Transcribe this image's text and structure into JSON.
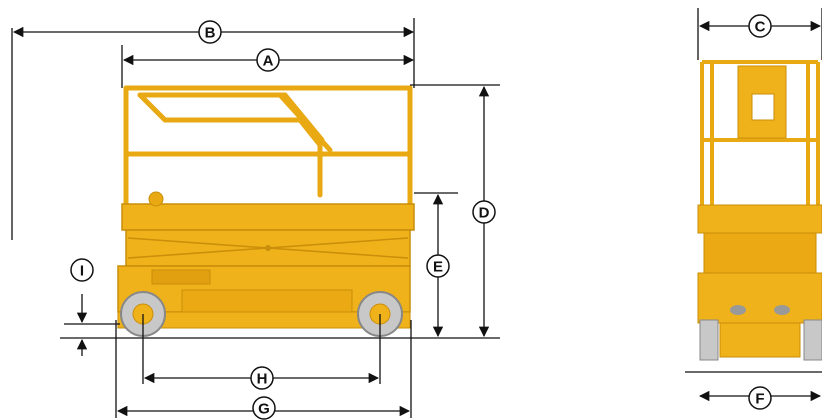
{
  "dimensions": {
    "A": "A",
    "B": "B",
    "C": "C",
    "D": "D",
    "E": "E",
    "F": "F",
    "G": "G",
    "H": "H",
    "I": "I"
  },
  "colors": {
    "machine_yellow": "#F0B21A",
    "machine_dark": "#C98E0A",
    "wheel_grey": "#C8C8C8",
    "line": "#111111"
  }
}
